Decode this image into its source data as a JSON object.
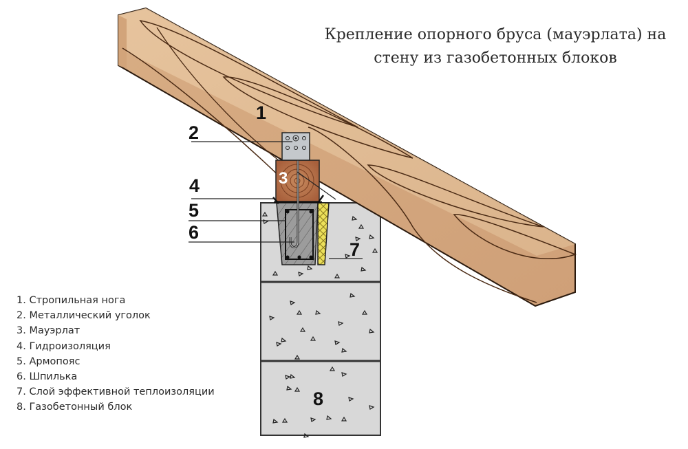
{
  "title": {
    "line1": "Крепление опорного бруса (мауэрлата) на",
    "line2": "стену из газобетонных блоков"
  },
  "callouts": {
    "c1": "1",
    "c2": "2",
    "c3": "3",
    "c4": "4",
    "c5": "5",
    "c6": "6",
    "c7": "7",
    "c8": "8"
  },
  "legend": [
    "1. Стропильная нога",
    "2. Металлический уголок",
    "3. Мауэрлат",
    "4. Гидроизоляция",
    "5. Армопояс",
    "6. Шпилька",
    "7. Слой эффективной теплоизоляции",
    "8. Газобетонный блок"
  ],
  "colors": {
    "wood_light": "#e3bf98",
    "wood_mid": "#d4a57a",
    "wood_dark": "#c8956a",
    "wood_grain": "#4a2a14",
    "mauerlat": "#b5714a",
    "concrete": "#d8d8d8",
    "armopoyas": "#9a9a9a",
    "insulation": "#e8d84a",
    "steel": "#c4c8cc"
  }
}
